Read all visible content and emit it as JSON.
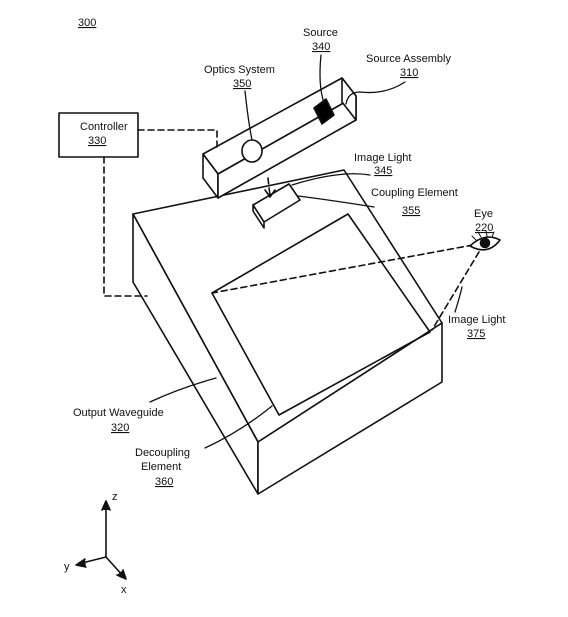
{
  "figure_number": "300",
  "labels": {
    "source": {
      "name": "Source",
      "ref": "340"
    },
    "source_assembly": {
      "name": "Source Assembly",
      "ref": "310"
    },
    "optics_system": {
      "name": "Optics System",
      "ref": "350"
    },
    "controller": {
      "name": "Controller",
      "ref": "330"
    },
    "image_light_345": {
      "name": "Image Light",
      "ref": "345"
    },
    "coupling_element": {
      "name": "Coupling Element",
      "ref": "355"
    },
    "eye": {
      "name": "Eye",
      "ref": "220"
    },
    "image_light_375": {
      "name": "Image Light",
      "ref": "375"
    },
    "output_waveguide": {
      "name": "Output Waveguide",
      "ref": "320"
    },
    "decoupling_element": {
      "name_line1": "Decoupling",
      "name_line2": "Element",
      "ref": "360"
    }
  },
  "axes": {
    "z": "z",
    "y": "y",
    "x": "x"
  },
  "colors": {
    "line": "#111111",
    "background": "#ffffff",
    "source_block": "#000000"
  }
}
